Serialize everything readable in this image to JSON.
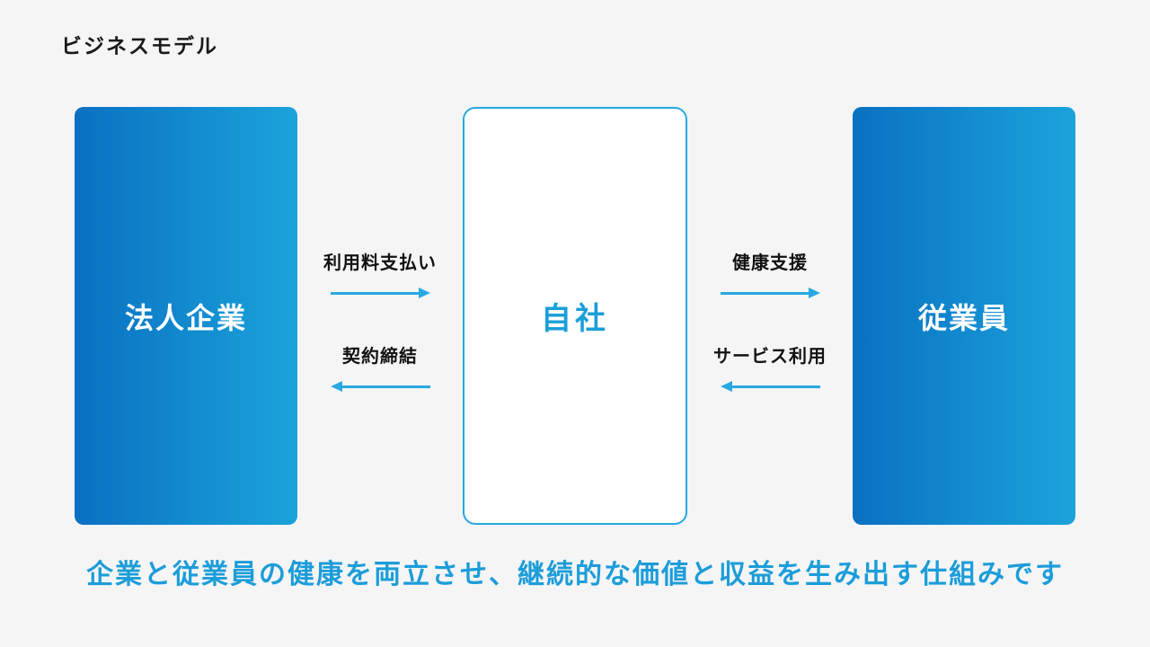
{
  "page": {
    "title": "ビジネスモデル",
    "caption": "企業と従業員の健康を両立させ、継続的な価値と収益を生み出す仕組みです"
  },
  "diagram": {
    "boxes": [
      {
        "id": "corporate",
        "label": "法人企業",
        "style": "gradient"
      },
      {
        "id": "company",
        "label": "自社",
        "style": "outline"
      },
      {
        "id": "employees",
        "label": "従業員",
        "style": "gradient"
      }
    ],
    "flows": [
      {
        "label": "利用料支払い",
        "direction": "right",
        "from": "法人企業",
        "to": "自社"
      },
      {
        "label": "契約締結",
        "direction": "left",
        "from": "自社",
        "to": "法人企業"
      },
      {
        "label": "健康支援",
        "direction": "right",
        "from": "自社",
        "to": "従業員"
      },
      {
        "label": "サービス利用",
        "direction": "left",
        "from": "従業員",
        "to": "自社"
      }
    ],
    "colors": {
      "background": "#F5F5F6",
      "title_text": "#1A1A1A",
      "gradient_start": "#0A70C2",
      "gradient_end": "#1BA3DB",
      "box_text": "#FFFFFF",
      "outline_border": "#29A7E0",
      "company_text": "#1B9FD9",
      "arrow": "#29A9E0",
      "caption_text": "#1C9DD9"
    }
  }
}
